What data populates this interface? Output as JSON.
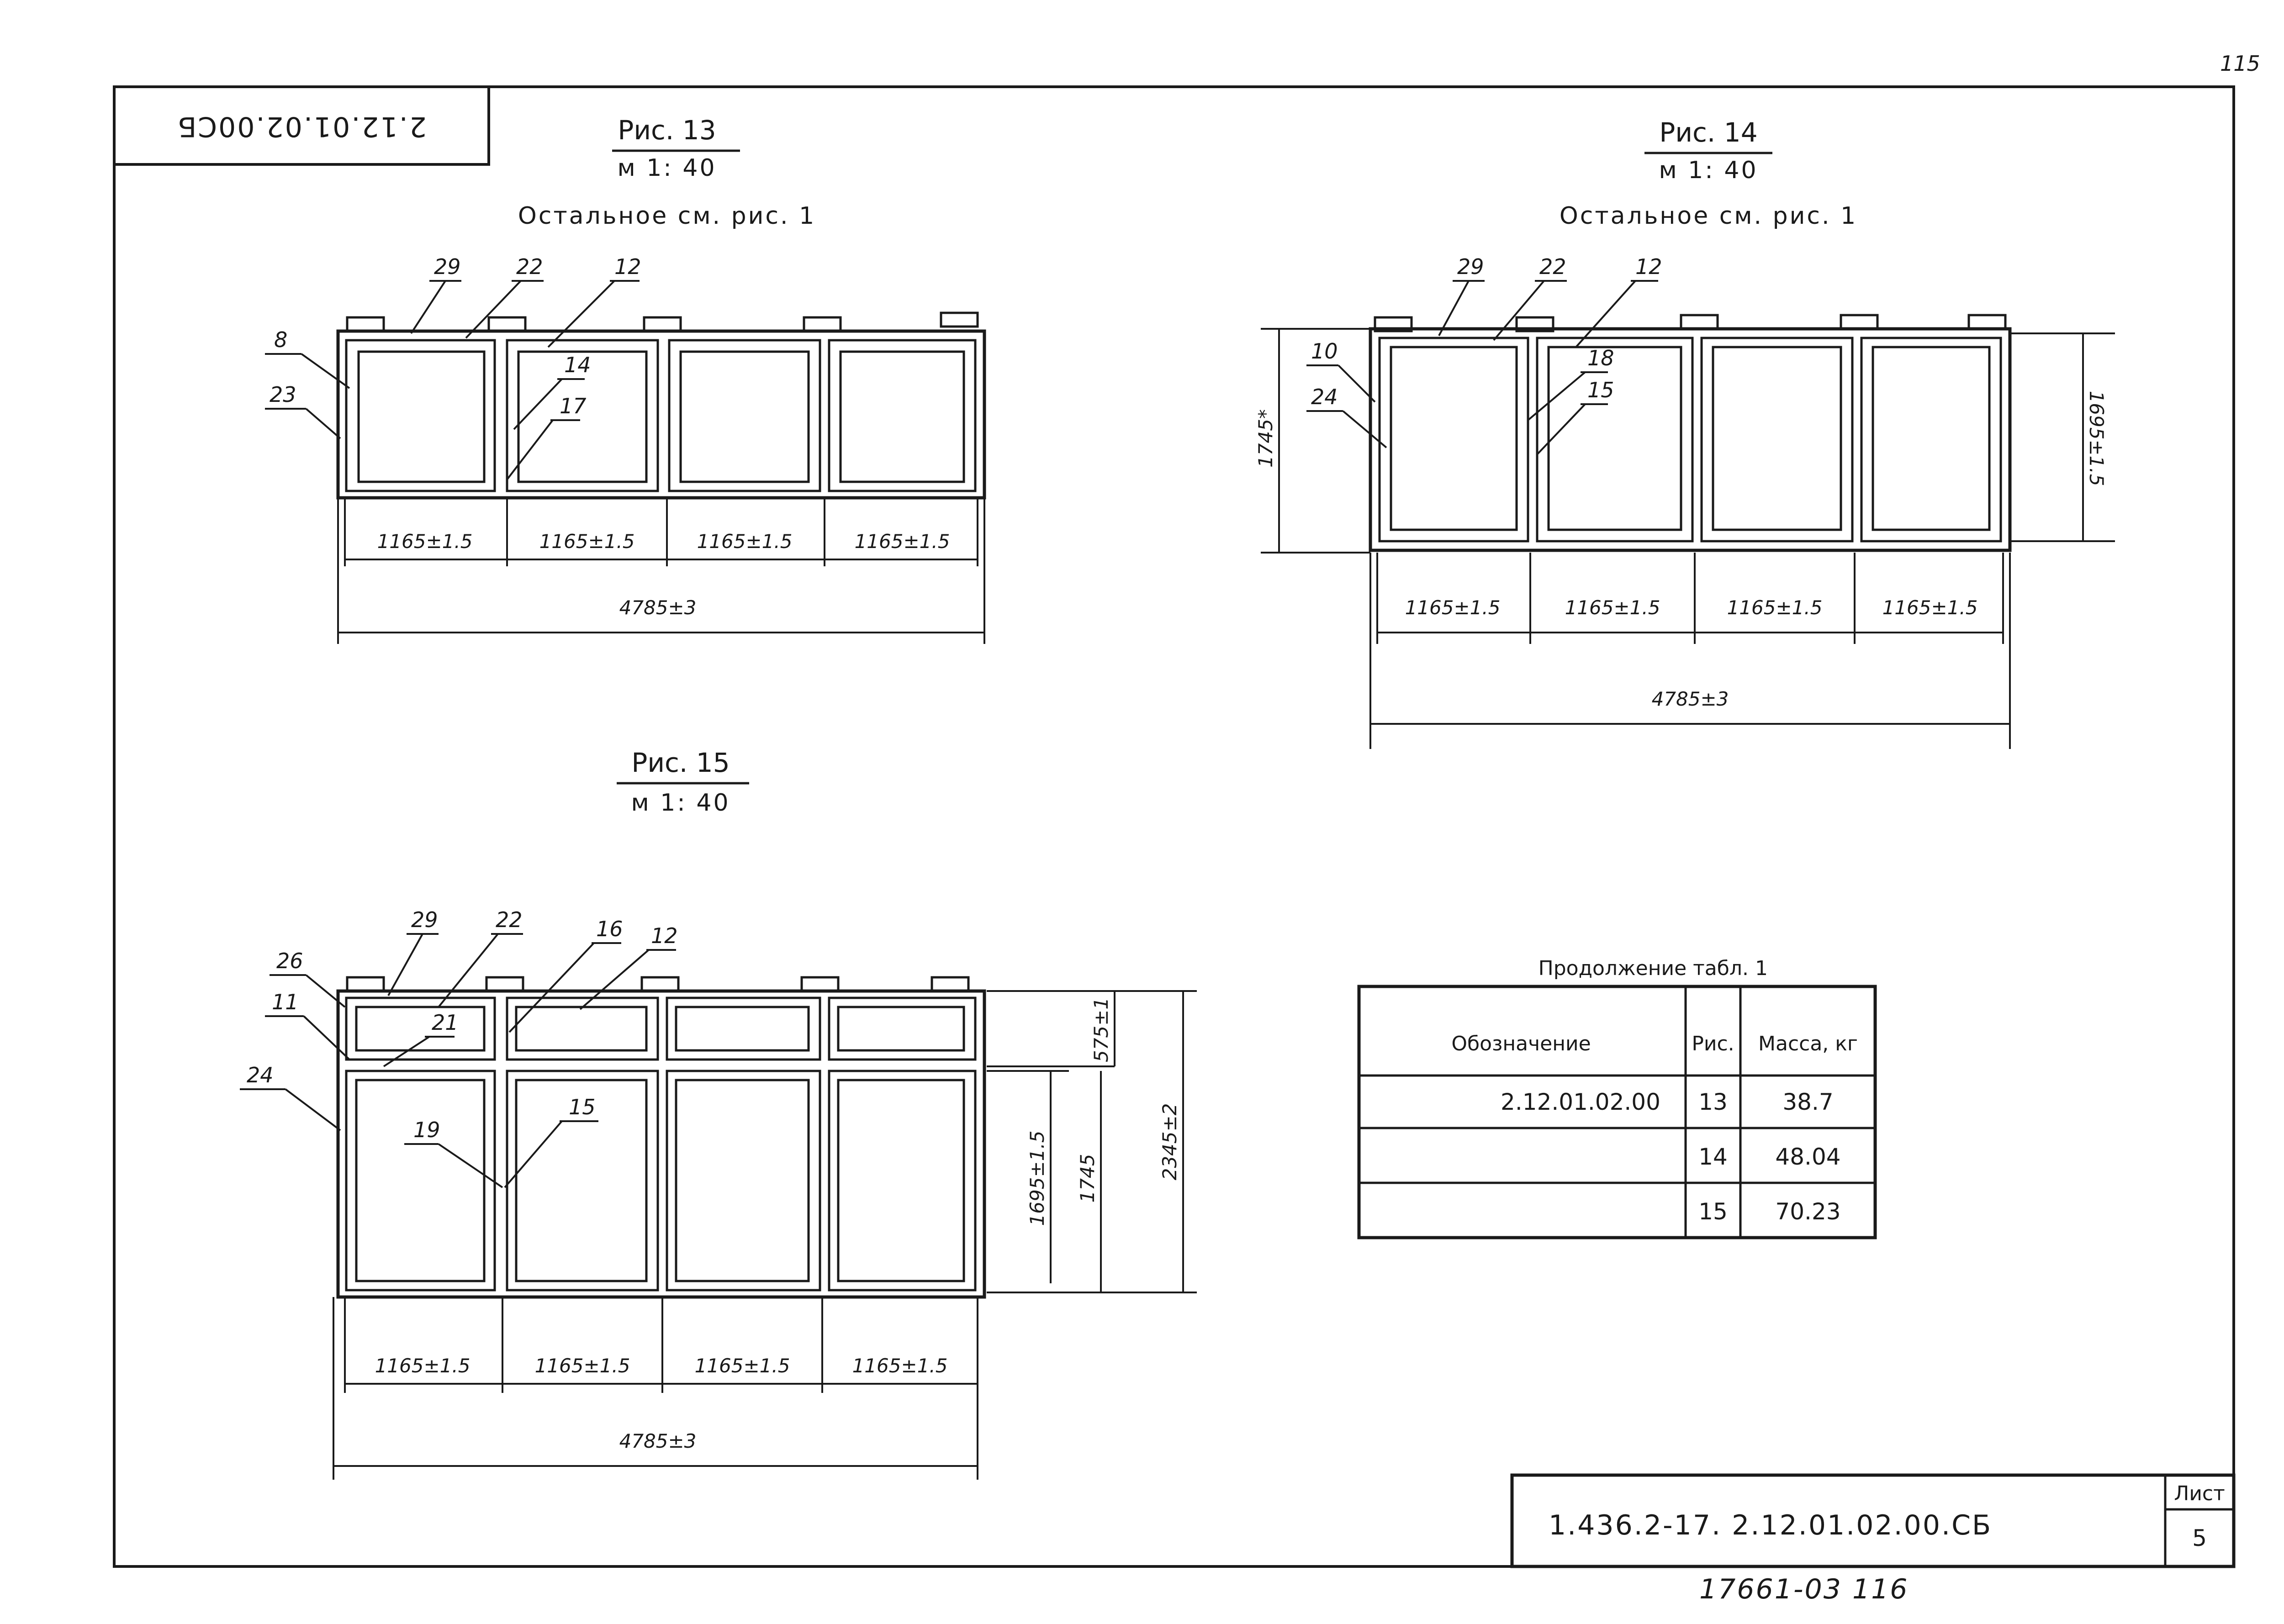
{
  "page_number": "115",
  "stamp_mirrored": "2.12.01.02.00СБ",
  "figures": [
    {
      "title": "Рис. 13",
      "scale": "м 1: 40",
      "note": "Остальное см. рис. 1",
      "callouts": [
        "29",
        "22",
        "12",
        "8",
        "23",
        "14",
        "17"
      ],
      "panel_dims": [
        "1165±1.5",
        "1165±1.5",
        "1165±1.5",
        "1165±1.5"
      ],
      "total_dim": "4785±3"
    },
    {
      "title": "Рис. 14",
      "scale": "м 1: 40",
      "note": "Остальное см. рис. 1",
      "callouts": [
        "29",
        "22",
        "12",
        "10",
        "24",
        "18",
        "15"
      ],
      "panel_dims": [
        "1165±1.5",
        "1165±1.5",
        "1165±1.5",
        "1165±1.5"
      ],
      "total_dim": "4785±3",
      "left_height": "1745*",
      "right_height": "1695±1.5"
    },
    {
      "title": "Рис. 15",
      "scale": "м 1: 40",
      "callouts": [
        "29",
        "22",
        "16",
        "12",
        "26",
        "11",
        "21",
        "24",
        "19",
        "15"
      ],
      "panel_dims": [
        "1165±1.5",
        "1165±1.5",
        "1165±1.5",
        "1165±1.5"
      ],
      "total_dim": "4785±3",
      "height_dims": [
        "575±1",
        "1695±1.5",
        "1745",
        "2345±2"
      ]
    }
  ],
  "table": {
    "caption": "Продолжение табл. 1",
    "headers": [
      "Обозначение",
      "Рис.",
      "Масса, кг"
    ],
    "rows": [
      [
        "2.12.01.02.00",
        "13",
        "38.7"
      ],
      [
        "",
        "14",
        "48.04"
      ],
      [
        "",
        "15",
        "70.23"
      ]
    ]
  },
  "title_block": {
    "code": "1.436.2-17. 2.12.01.02.00.СБ",
    "sheet_label": "Лист",
    "sheet_number": "5"
  },
  "footer_note": "17661-03 116"
}
